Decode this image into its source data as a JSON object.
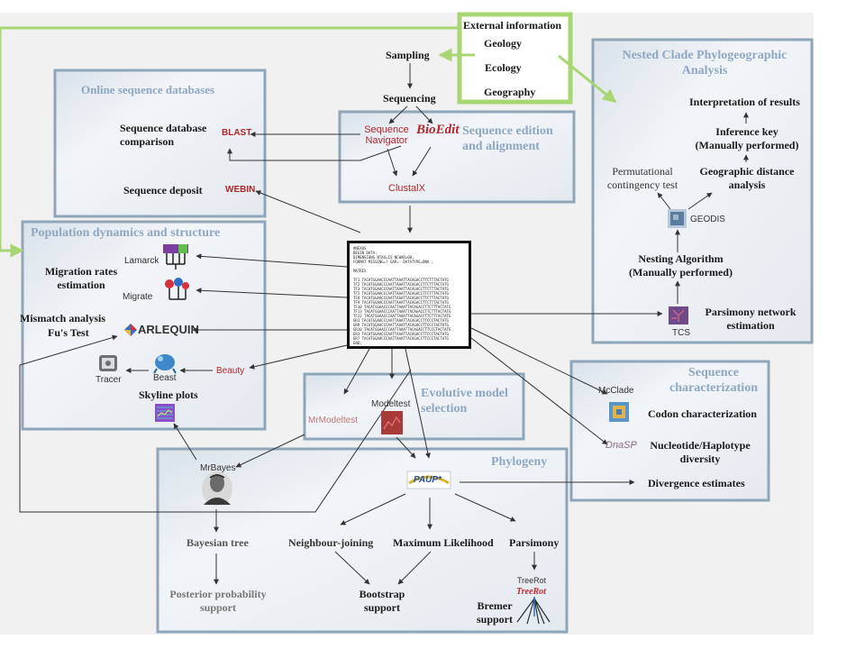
{
  "external": {
    "title": "External information",
    "items": [
      "Geology",
      "Ecology",
      "Geography"
    ]
  },
  "top": {
    "sampling": "Sampling",
    "sequencing": "Sequencing"
  },
  "online_db": {
    "title": "Online sequence databases",
    "comparison": "Sequence database comparison",
    "deposit": "Sequence deposit",
    "blast": "BLAST",
    "webin": "WEBIN"
  },
  "edition": {
    "title": "Sequence edition and alignment",
    "seqnav": "Sequence Navigator",
    "bioedit": "BioEdit",
    "clustalx": "ClustalX"
  },
  "nested": {
    "title": "Nested Clade Phylogeographic Analysis",
    "interpretation": "Interpretation of results",
    "inference": "Inference key (Manually performed)",
    "geo_dist": "Geographic distance analysis",
    "perm": "Permutational contingency test",
    "geodis": "GEODIS",
    "nesting": "Nesting Algorithm (Manually performed)",
    "parsimony_net": "Parsimony network estimation",
    "tcs": "TCS"
  },
  "population": {
    "title": "Population dynamics and structure",
    "lamarck": "Lamarck",
    "migration": "Migration rates estimation",
    "migrate": "Migrate",
    "mismatch": "Mismatch analysis",
    "fus": "Fu's Test",
    "arlequin": "ARLEQUIN",
    "tracer": "Tracer",
    "beast": "Beast",
    "beauty": "Beauty",
    "skyline": "Skyline plots"
  },
  "nexus": {
    "lines": [
      "#NEXUS",
      "BEGIN DATA;",
      "DIMENSIONS  NTAX=15 NCHAR=60;",
      "FORMAT MISSING=? GAP=-  DATATYPE=DNA ;",
      "",
      "MATRIX",
      "",
      "TF1  TACATGGAACCCAATTAAATTACAGACCTTCTTTACTATG",
      "TF2  TACATGGAACCCAATTAAATTACAGACCTTCTTTACTATG",
      "TF3  TACATGGAACCCAATTAAATTACAGACCTTCTTTACTATG",
      "TF5  TACATGGAACCCAATTAAATTACAGACCTTCTTTACTATG",
      "TF8  TACATGGAACCCAATTAAATTACAGACCTTCTTTACTATG",
      "TF9  TACATGGAACCCAATTAAATTACAGACCTTCTTTACTATG",
      "TF10 TACATGGAACCCAATTAAATTACAGACCTTCTTTACTATG",
      "TF13 TACATGGAACCCAATTAAATTACAGACCTTCTTTACTATG",
      "TF22 TACATGGAACCCAATTAAATTACAGACCTTCTTTACTATG",
      "GR1  TACATGGAACCCAATTAAATTACAGACCTTCCCTACTATG",
      "GR9  TACATGGAACCCAATTAAATTACAGACCTTCCCTACTATG",
      "GR10 TACATGGAACCCAATTAAATTACAGACCTTCCCTACTATG",
      "ER1  TACATGGAACCCAATTAAATTACAGACCTTCCCTACTATG",
      "ER7  TACATGGAACCCAATTAAATTACAGACCTTCCCTACTATG",
      "END;"
    ]
  },
  "evolutive": {
    "title": "Evolutive model selection",
    "modeltest": "Modeltest",
    "mrmodeltest": "MrModeltest"
  },
  "seqchar": {
    "title": "Sequence characterization",
    "mcclade": "McClade",
    "codon": "Codon characterization",
    "dnasp": "DnaSP",
    "diversity": "Nucleotide/Haplotype diversity",
    "divergence": "Divergence estimates"
  },
  "phylogeny": {
    "title": "Phylogeny",
    "mrbayes": "MrBayes",
    "paup": "PAUP*",
    "bayesian": "Bayesian tree",
    "posterior": "Posterior probability support",
    "nj": "Neighbour-joining",
    "ml": "Maximum Likelihood",
    "parsimony": "Parsimony",
    "bootstrap": "Bootstrap support",
    "treerot": "TreeRot",
    "treerot_logo": "TreeRot",
    "bremer": "Bremer support"
  },
  "colors": {
    "panel_fill": "#e6ecf1",
    "panel_border": "#8fa6b8",
    "title": "#8ea7c2",
    "green": "#a8d672",
    "accent_red": "#b3262b",
    "bg": "#ffffff"
  }
}
